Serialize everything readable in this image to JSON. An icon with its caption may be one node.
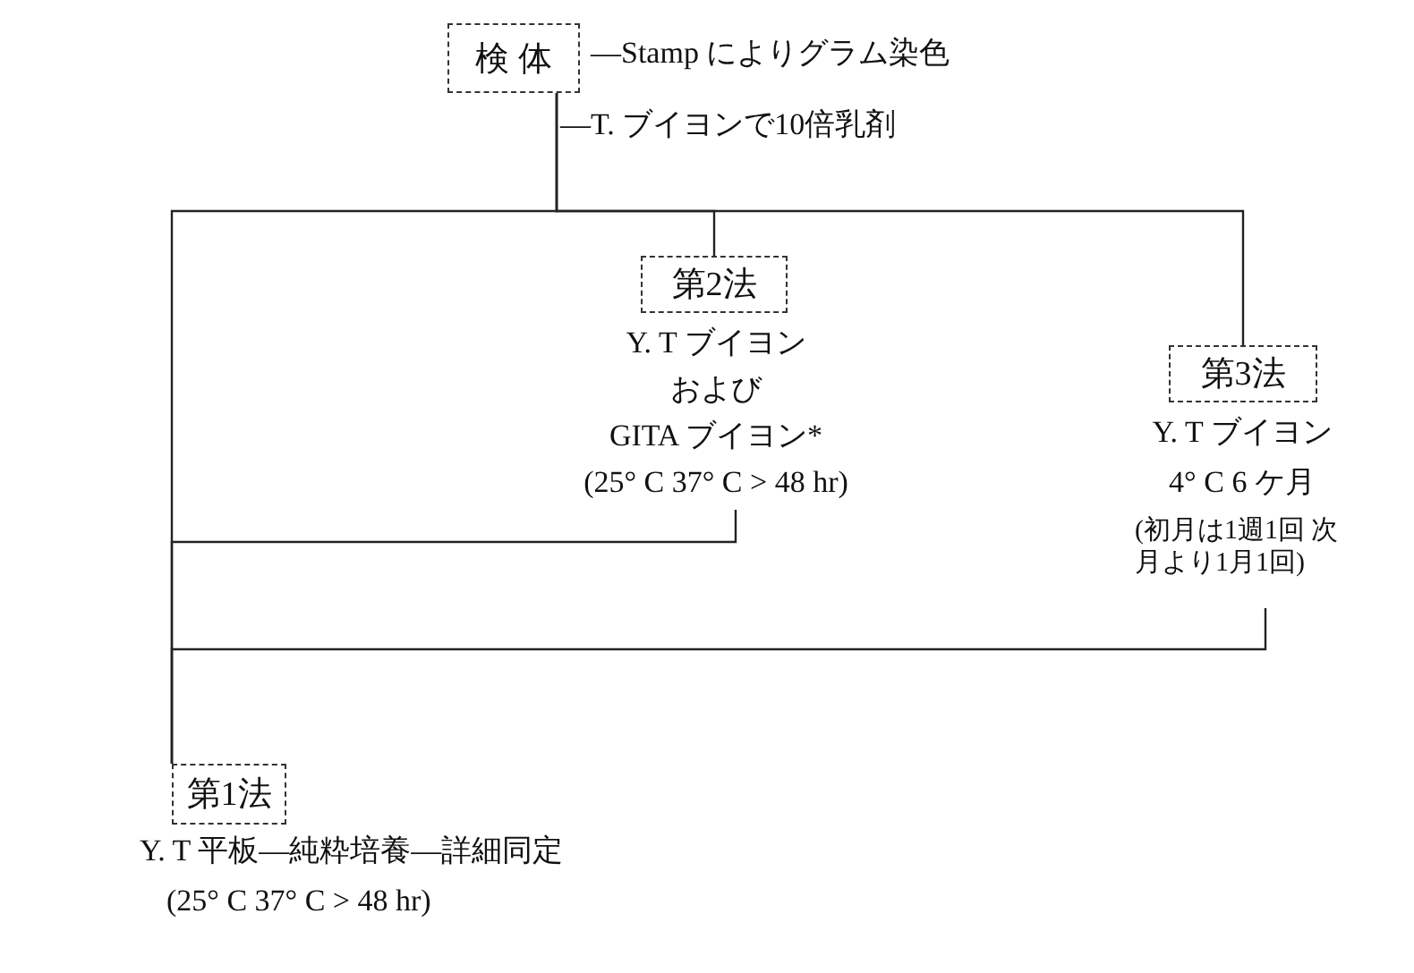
{
  "diagram": {
    "nodes": [
      {
        "text": [
          "検 体"
        ],
        "beside": [
          "—Stamp によりグラム染色"
        ]
      },
      {
        "text": [
          "第2法"
        ],
        "beside": [
          "Y. T ブイヨン",
          "および",
          "GITA ブイヨン*",
          "(25° C 37° C > 48 hr)"
        ]
      },
      {
        "text": [
          "第3法"
        ],
        "beside": [
          "Y. T ブイヨン",
          "4° C 6 ケ月",
          "(初月は1週1回 次月より1月1回)"
        ]
      },
      {
        "text": [
          "第1法"
        ],
        "beside": [
          "Y. T 平板—純粋培養—詳細同定",
          "(25° C 37° C > 48 hr)"
        ]
      }
    ],
    "edges": [
      {
        "from": 0,
        "to": 3,
        "arrow": "none",
        "label": "—T. ブイヨンで10倍乳剤"
      },
      {
        "from": 0,
        "to": 1,
        "arrow": "none"
      },
      {
        "from": 0,
        "to": 2,
        "arrow": "none"
      },
      {
        "from": 1,
        "to": 3,
        "arrow": "none"
      },
      {
        "from": 2,
        "to": 3,
        "arrow": "none"
      }
    ]
  }
}
